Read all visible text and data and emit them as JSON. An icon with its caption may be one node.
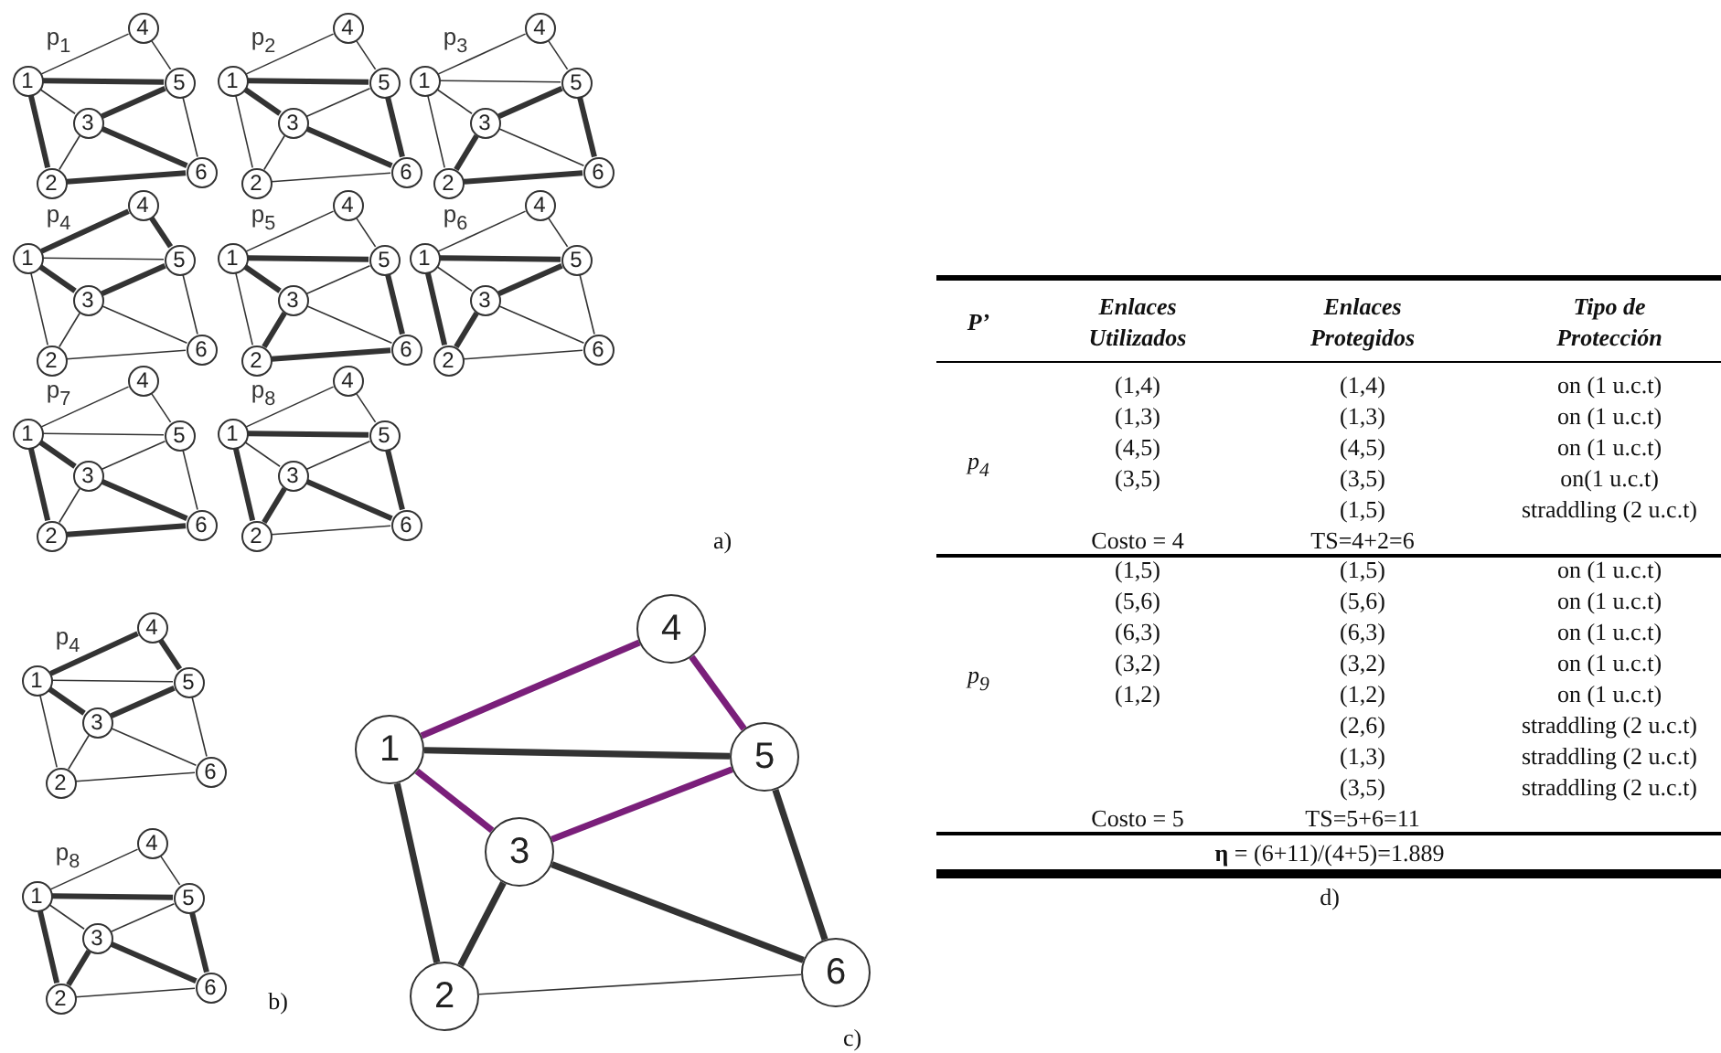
{
  "diagram": {
    "nodes": [
      {
        "text": [
          "1"
        ]
      },
      {
        "text": [
          "2"
        ]
      },
      {
        "text": [
          "3"
        ]
      },
      {
        "text": [
          "4"
        ]
      },
      {
        "text": [
          "5"
        ]
      },
      {
        "text": [
          "6"
        ]
      },
      {
        "text": [
          "1"
        ]
      },
      {
        "text": [
          "2"
        ]
      },
      {
        "text": [
          "3"
        ]
      },
      {
        "text": [
          "4"
        ]
      },
      {
        "text": [
          "5"
        ]
      },
      {
        "text": [
          "6"
        ]
      },
      {
        "text": [
          "1"
        ]
      },
      {
        "text": [
          "2"
        ]
      },
      {
        "text": [
          "3"
        ]
      },
      {
        "text": [
          "4"
        ]
      },
      {
        "text": [
          "5"
        ]
      },
      {
        "text": [
          "6"
        ]
      },
      {
        "text": [
          "1"
        ]
      },
      {
        "text": [
          "2"
        ]
      },
      {
        "text": [
          "3"
        ]
      },
      {
        "text": [
          "4"
        ]
      },
      {
        "text": [
          "5"
        ]
      },
      {
        "text": [
          "6"
        ]
      },
      {
        "text": [
          "1"
        ]
      },
      {
        "text": [
          "2"
        ]
      },
      {
        "text": [
          "3"
        ]
      },
      {
        "text": [
          "4"
        ]
      },
      {
        "text": [
          "5"
        ]
      },
      {
        "text": [
          "6"
        ]
      },
      {
        "text": [
          "1"
        ]
      },
      {
        "text": [
          "2"
        ]
      },
      {
        "text": [
          "3"
        ]
      },
      {
        "text": [
          "4"
        ]
      },
      {
        "text": [
          "5"
        ]
      },
      {
        "text": [
          "6"
        ]
      },
      {
        "text": [
          "1"
        ]
      },
      {
        "text": [
          "2"
        ]
      },
      {
        "text": [
          "3"
        ]
      },
      {
        "text": [
          "4"
        ]
      },
      {
        "text": [
          "5"
        ]
      },
      {
        "text": [
          "6"
        ]
      },
      {
        "text": [
          "1"
        ]
      },
      {
        "text": [
          "2"
        ]
      },
      {
        "text": [
          "3"
        ]
      },
      {
        "text": [
          "4"
        ]
      },
      {
        "text": [
          "5"
        ]
      },
      {
        "text": [
          "6"
        ]
      },
      {
        "text": [
          "1"
        ]
      },
      {
        "text": [
          "2"
        ]
      },
      {
        "text": [
          "3"
        ]
      },
      {
        "text": [
          "4"
        ]
      },
      {
        "text": [
          "5"
        ]
      },
      {
        "text": [
          "6"
        ]
      },
      {
        "text": [
          "1"
        ]
      },
      {
        "text": [
          "2"
        ]
      },
      {
        "text": [
          "3"
        ]
      },
      {
        "text": [
          "4"
        ]
      },
      {
        "text": [
          "5"
        ]
      },
      {
        "text": [
          "6"
        ]
      },
      {
        "text": [
          "1"
        ]
      },
      {
        "text": [
          "2"
        ]
      },
      {
        "text": [
          "3"
        ]
      },
      {
        "text": [
          "4"
        ]
      },
      {
        "text": [
          "5"
        ]
      },
      {
        "text": [
          "6"
        ]
      }
    ],
    "edges": [
      {
        "from": 0,
        "to": 3,
        "arrow": "none"
      },
      {
        "from": 0,
        "to": 4,
        "arrow": "none",
        "style": "thick"
      },
      {
        "from": 0,
        "to": 2,
        "arrow": "none"
      },
      {
        "from": 0,
        "to": 1,
        "arrow": "none",
        "style": "thick"
      },
      {
        "from": 3,
        "to": 4,
        "arrow": "none"
      },
      {
        "from": 2,
        "to": 4,
        "arrow": "none",
        "style": "thick"
      },
      {
        "from": 1,
        "to": 2,
        "arrow": "none"
      },
      {
        "from": 2,
        "to": 5,
        "arrow": "none",
        "style": "thick"
      },
      {
        "from": 4,
        "to": 5,
        "arrow": "none"
      },
      {
        "from": 1,
        "to": 5,
        "arrow": "none",
        "style": "thick"
      },
      {
        "from": 6,
        "to": 9,
        "arrow": "none"
      },
      {
        "from": 6,
        "to": 10,
        "arrow": "none",
        "style": "thick"
      },
      {
        "from": 6,
        "to": 8,
        "arrow": "none",
        "style": "thick"
      },
      {
        "from": 6,
        "to": 7,
        "arrow": "none"
      },
      {
        "from": 9,
        "to": 10,
        "arrow": "none"
      },
      {
        "from": 8,
        "to": 10,
        "arrow": "none"
      },
      {
        "from": 7,
        "to": 8,
        "arrow": "none"
      },
      {
        "from": 8,
        "to": 11,
        "arrow": "none",
        "style": "thick"
      },
      {
        "from": 10,
        "to": 11,
        "arrow": "none",
        "style": "thick"
      },
      {
        "from": 7,
        "to": 11,
        "arrow": "none"
      },
      {
        "from": 12,
        "to": 15,
        "arrow": "none"
      },
      {
        "from": 12,
        "to": 16,
        "arrow": "none"
      },
      {
        "from": 12,
        "to": 14,
        "arrow": "none"
      },
      {
        "from": 12,
        "to": 13,
        "arrow": "none"
      },
      {
        "from": 15,
        "to": 16,
        "arrow": "none"
      },
      {
        "from": 14,
        "to": 16,
        "arrow": "none",
        "style": "thick"
      },
      {
        "from": 13,
        "to": 14,
        "arrow": "none",
        "style": "thick"
      },
      {
        "from": 14,
        "to": 17,
        "arrow": "none"
      },
      {
        "from": 16,
        "to": 17,
        "arrow": "none",
        "style": "thick"
      },
      {
        "from": 13,
        "to": 17,
        "arrow": "none",
        "style": "thick"
      },
      {
        "from": 18,
        "to": 21,
        "arrow": "none",
        "style": "thick"
      },
      {
        "from": 18,
        "to": 22,
        "arrow": "none"
      },
      {
        "from": 18,
        "to": 20,
        "arrow": "none",
        "style": "thick"
      },
      {
        "from": 18,
        "to": 19,
        "arrow": "none"
      },
      {
        "from": 21,
        "to": 22,
        "arrow": "none",
        "style": "thick"
      },
      {
        "from": 20,
        "to": 22,
        "arrow": "none",
        "style": "thick"
      },
      {
        "from": 19,
        "to": 20,
        "arrow": "none"
      },
      {
        "from": 20,
        "to": 23,
        "arrow": "none"
      },
      {
        "from": 22,
        "to": 23,
        "arrow": "none"
      },
      {
        "from": 19,
        "to": 23,
        "arrow": "none"
      },
      {
        "from": 24,
        "to": 27,
        "arrow": "none"
      },
      {
        "from": 24,
        "to": 28,
        "arrow": "none",
        "style": "thick"
      },
      {
        "from": 24,
        "to": 26,
        "arrow": "none",
        "style": "thick"
      },
      {
        "from": 24,
        "to": 25,
        "arrow": "none"
      },
      {
        "from": 27,
        "to": 28,
        "arrow": "none"
      },
      {
        "from": 26,
        "to": 28,
        "arrow": "none"
      },
      {
        "from": 25,
        "to": 26,
        "arrow": "none",
        "style": "thick"
      },
      {
        "from": 26,
        "to": 29,
        "arrow": "none"
      },
      {
        "from": 28,
        "to": 29,
        "arrow": "none",
        "style": "thick"
      },
      {
        "from": 25,
        "to": 29,
        "arrow": "none",
        "style": "thick"
      },
      {
        "from": 30,
        "to": 33,
        "arrow": "none"
      },
      {
        "from": 30,
        "to": 34,
        "arrow": "none",
        "style": "thick"
      },
      {
        "from": 30,
        "to": 32,
        "arrow": "none"
      },
      {
        "from": 30,
        "to": 31,
        "arrow": "none",
        "style": "thick"
      },
      {
        "from": 33,
        "to": 34,
        "arrow": "none"
      },
      {
        "from": 32,
        "to": 34,
        "arrow": "none",
        "style": "thick"
      },
      {
        "from": 31,
        "to": 32,
        "arrow": "none",
        "style": "thick"
      },
      {
        "from": 32,
        "to": 35,
        "arrow": "none"
      },
      {
        "from": 34,
        "to": 35,
        "arrow": "none"
      },
      {
        "from": 31,
        "to": 35,
        "arrow": "none"
      },
      {
        "from": 36,
        "to": 39,
        "arrow": "none"
      },
      {
        "from": 36,
        "to": 40,
        "arrow": "none"
      },
      {
        "from": 36,
        "to": 38,
        "arrow": "none",
        "style": "thick"
      },
      {
        "from": 36,
        "to": 37,
        "arrow": "none",
        "style": "thick"
      },
      {
        "from": 39,
        "to": 40,
        "arrow": "none"
      },
      {
        "from": 38,
        "to": 40,
        "arrow": "none"
      },
      {
        "from": 37,
        "to": 38,
        "arrow": "none"
      },
      {
        "from": 38,
        "to": 41,
        "arrow": "none",
        "style": "thick"
      },
      {
        "from": 40,
        "to": 41,
        "arrow": "none"
      },
      {
        "from": 37,
        "to": 41,
        "arrow": "none",
        "style": "thick"
      },
      {
        "from": 42,
        "to": 45,
        "arrow": "none"
      },
      {
        "from": 42,
        "to": 46,
        "arrow": "none",
        "style": "thick"
      },
      {
        "from": 42,
        "to": 44,
        "arrow": "none"
      },
      {
        "from": 42,
        "to": 43,
        "arrow": "none",
        "style": "thick"
      },
      {
        "from": 45,
        "to": 46,
        "arrow": "none"
      },
      {
        "from": 44,
        "to": 46,
        "arrow": "none"
      },
      {
        "from": 43,
        "to": 44,
        "arrow": "none",
        "style": "thick"
      },
      {
        "from": 44,
        "to": 47,
        "arrow": "none",
        "style": "thick"
      },
      {
        "from": 46,
        "to": 47,
        "arrow": "none",
        "style": "thick"
      },
      {
        "from": 43,
        "to": 47,
        "arrow": "none"
      },
      {
        "from": 48,
        "to": 51,
        "arrow": "none",
        "style": "thick"
      },
      {
        "from": 48,
        "to": 52,
        "arrow": "none"
      },
      {
        "from": 48,
        "to": 50,
        "arrow": "none",
        "style": "thick"
      },
      {
        "from": 48,
        "to": 49,
        "arrow": "none"
      },
      {
        "from": 51,
        "to": 52,
        "arrow": "none",
        "style": "thick"
      },
      {
        "from": 50,
        "to": 52,
        "arrow": "none",
        "style": "thick"
      },
      {
        "from": 49,
        "to": 50,
        "arrow": "none"
      },
      {
        "from": 50,
        "to": 53,
        "arrow": "none"
      },
      {
        "from": 52,
        "to": 53,
        "arrow": "none"
      },
      {
        "from": 49,
        "to": 53,
        "arrow": "none"
      },
      {
        "from": 54,
        "to": 57,
        "arrow": "none"
      },
      {
        "from": 54,
        "to": 58,
        "arrow": "none",
        "style": "thick"
      },
      {
        "from": 54,
        "to": 56,
        "arrow": "none"
      },
      {
        "from": 54,
        "to": 55,
        "arrow": "none",
        "style": "thick"
      },
      {
        "from": 57,
        "to": 58,
        "arrow": "none"
      },
      {
        "from": 56,
        "to": 58,
        "arrow": "none"
      },
      {
        "from": 55,
        "to": 56,
        "arrow": "none",
        "style": "thick"
      },
      {
        "from": 56,
        "to": 59,
        "arrow": "none",
        "style": "thick"
      },
      {
        "from": 58,
        "to": 59,
        "arrow": "none",
        "style": "thick"
      },
      {
        "from": 55,
        "to": 59,
        "arrow": "none"
      },
      {
        "from": 60,
        "to": 63,
        "arrow": "none",
        "style": "thick",
        "color": "#7a1f7a"
      },
      {
        "from": 60,
        "to": 64,
        "arrow": "none",
        "style": "thick"
      },
      {
        "from": 60,
        "to": 62,
        "arrow": "none",
        "style": "thick",
        "color": "#7a1f7a"
      },
      {
        "from": 60,
        "to": 61,
        "arrow": "none",
        "style": "thick"
      },
      {
        "from": 63,
        "to": 64,
        "arrow": "none",
        "style": "thick",
        "color": "#7a1f7a"
      },
      {
        "from": 62,
        "to": 64,
        "arrow": "none",
        "style": "thick",
        "color": "#7a1f7a"
      },
      {
        "from": 61,
        "to": 62,
        "arrow": "none",
        "style": "thick"
      },
      {
        "from": 62,
        "to": 65,
        "arrow": "none",
        "style": "thick"
      },
      {
        "from": 64,
        "to": 65,
        "arrow": "none",
        "style": "thick"
      },
      {
        "from": 61,
        "to": 65,
        "arrow": "none"
      }
    ],
    "labels": [
      "p$_{1}$",
      "p$_{2}$",
      "p$_{3}$",
      "p$_{4}$",
      "p$_{5}$",
      "p$_{6}$",
      "p$_{7}$",
      "p$_{8}$",
      "a)",
      "p$_{4}$",
      "p$_{8}$",
      "b)",
      "c)",
      "P’",
      "Enlaces Utilizados",
      "Enlaces Protegidos",
      "Tipo de Protección",
      "(1,4)",
      "(1,4)",
      "on (1 u.c.t)",
      "(1,3)",
      "(1,3)",
      "on (1 u.c.t)",
      "p$_{4}$",
      "(4,5)",
      "(4,5)",
      "on (1 u.c.t)",
      "(3,5)",
      "(3,5)",
      "on(1 u.c.t)",
      "(1,5)",
      "straddling (2 u.c.t)",
      "Costo = 4",
      "TS=4+2=6",
      "(1,5)",
      "(1,5)",
      "on (1 u.c.t)",
      "(5,6)",
      "(5,6)",
      "on (1 u.c.t)",
      "(6,3)",
      "(6,3)",
      "on (1 u.c.t)",
      "(3,2)",
      "(3,2)",
      "on (1 u.c.t)",
      "p$_{9}$",
      "(1,2)",
      "(1,2)",
      "on (1 u.c.t)",
      "(2,6)",
      "straddling (2 u.c.t)",
      "(1,3)",
      "straddling (2 u.c.t)",
      "(3,5)",
      "straddling (2 u.c.t)",
      "Costo = 5",
      "TS=5+6=11",
      "**η** = (6+11)/(4+5)=1.889",
      "d)"
    ]
  }
}
